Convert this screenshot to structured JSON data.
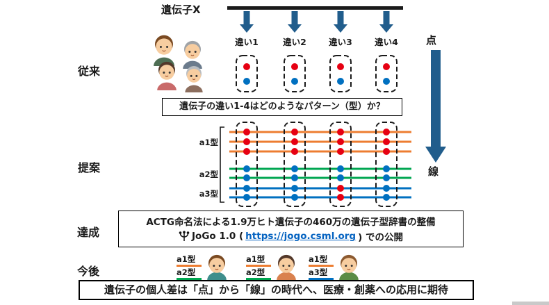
{
  "header": {
    "gene": "遺伝子X",
    "point": "点",
    "line": "線"
  },
  "row_labels": {
    "conventional": "従来",
    "proposal": "提案",
    "achievement": "達成",
    "future": "今後"
  },
  "variants": {
    "labels": [
      "違い1",
      "違い2",
      "違い3",
      "違い4"
    ]
  },
  "conventional": {
    "site_alleles": [
      "red",
      "blue"
    ]
  },
  "question": {
    "text": "遺伝子の違い1-4はどのようなパターン（型）か？"
  },
  "proposal": {
    "types": [
      {
        "label": "a1型",
        "color": "orange",
        "line_count": 3,
        "pattern": [
          "red",
          "red",
          "red",
          "red"
        ]
      },
      {
        "label": "a2型",
        "color": "green",
        "line_count": 2,
        "pattern": [
          "blue",
          "blue",
          "blue",
          "blue"
        ]
      },
      {
        "label": "a3型",
        "color": "blue",
        "line_count": 2,
        "pattern": [
          "blue",
          "blue",
          "red",
          "blue"
        ]
      }
    ]
  },
  "achievement": {
    "line1": "ACTG命名法による1.9万ヒト遺伝子の460万の遺伝子型辞書の整備",
    "line2_prefix": "JoGo 1.0 (",
    "link_text": "https://jogo.csml.org",
    "line2_suffix": ") での公開"
  },
  "future": {
    "people": [
      {
        "types": [
          {
            "label": "a1型",
            "color": "orange"
          },
          {
            "label": "a2型",
            "color": "green"
          }
        ]
      },
      {
        "types": [
          {
            "label": "a1型",
            "color": "orange"
          },
          {
            "label": "a2型",
            "color": "green"
          }
        ]
      },
      {
        "types": [
          {
            "label": "a1型",
            "color": "orange"
          },
          {
            "label": "a3型",
            "color": "blue"
          }
        ]
      }
    ]
  },
  "conclusion": {
    "text": "遺伝子の個人差は「点」から「線」の時代へ、医療・創薬への応用に期待"
  },
  "colors": {
    "orange": "#ED7D31",
    "green": "#00A651",
    "blue": "#0070C0",
    "red": "#E60012",
    "arrow": "#215D8C",
    "link": "#0563C1",
    "ink": "#1a1a1a"
  }
}
